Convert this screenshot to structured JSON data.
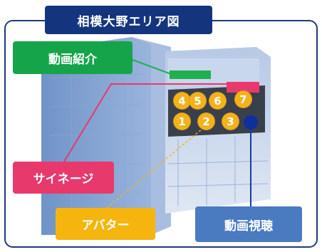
{
  "title": "相模大野エリア図",
  "labels": {
    "video_intro": "動画紹介",
    "signage": "サイネージ",
    "avatar": "アバター",
    "video_watch": "動画視聴"
  },
  "markers": [
    "4",
    "5",
    "6",
    "7",
    "1",
    "2",
    "3"
  ],
  "colors": {
    "title_bg": "#14357e",
    "video_intro": "#16a44a",
    "signage": "#e8396d",
    "avatar": "#f5b50e",
    "video_watch": "#4a7ac0",
    "marker": "#f3b21b"
  }
}
